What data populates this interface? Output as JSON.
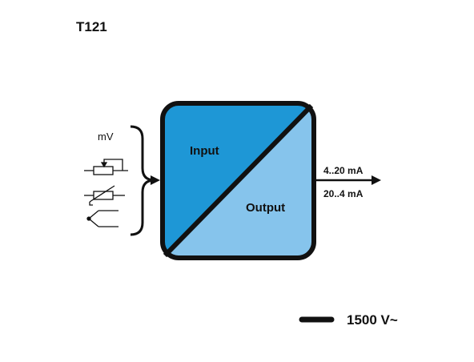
{
  "title": "T121",
  "block": {
    "input_label": "Input",
    "output_label": "Output",
    "input_color": "#1e97d6",
    "output_color": "#86c4ec",
    "border_color": "#111111"
  },
  "inputs": {
    "mv_label": "mV",
    "sensor_icons": [
      "potentiometer-icon",
      "rtd-icon",
      "thermocouple-icon"
    ]
  },
  "outputs": {
    "range_1": "4..20 mA",
    "range_2": "20..4 mA"
  },
  "isolation": {
    "label": "1500 V~"
  }
}
